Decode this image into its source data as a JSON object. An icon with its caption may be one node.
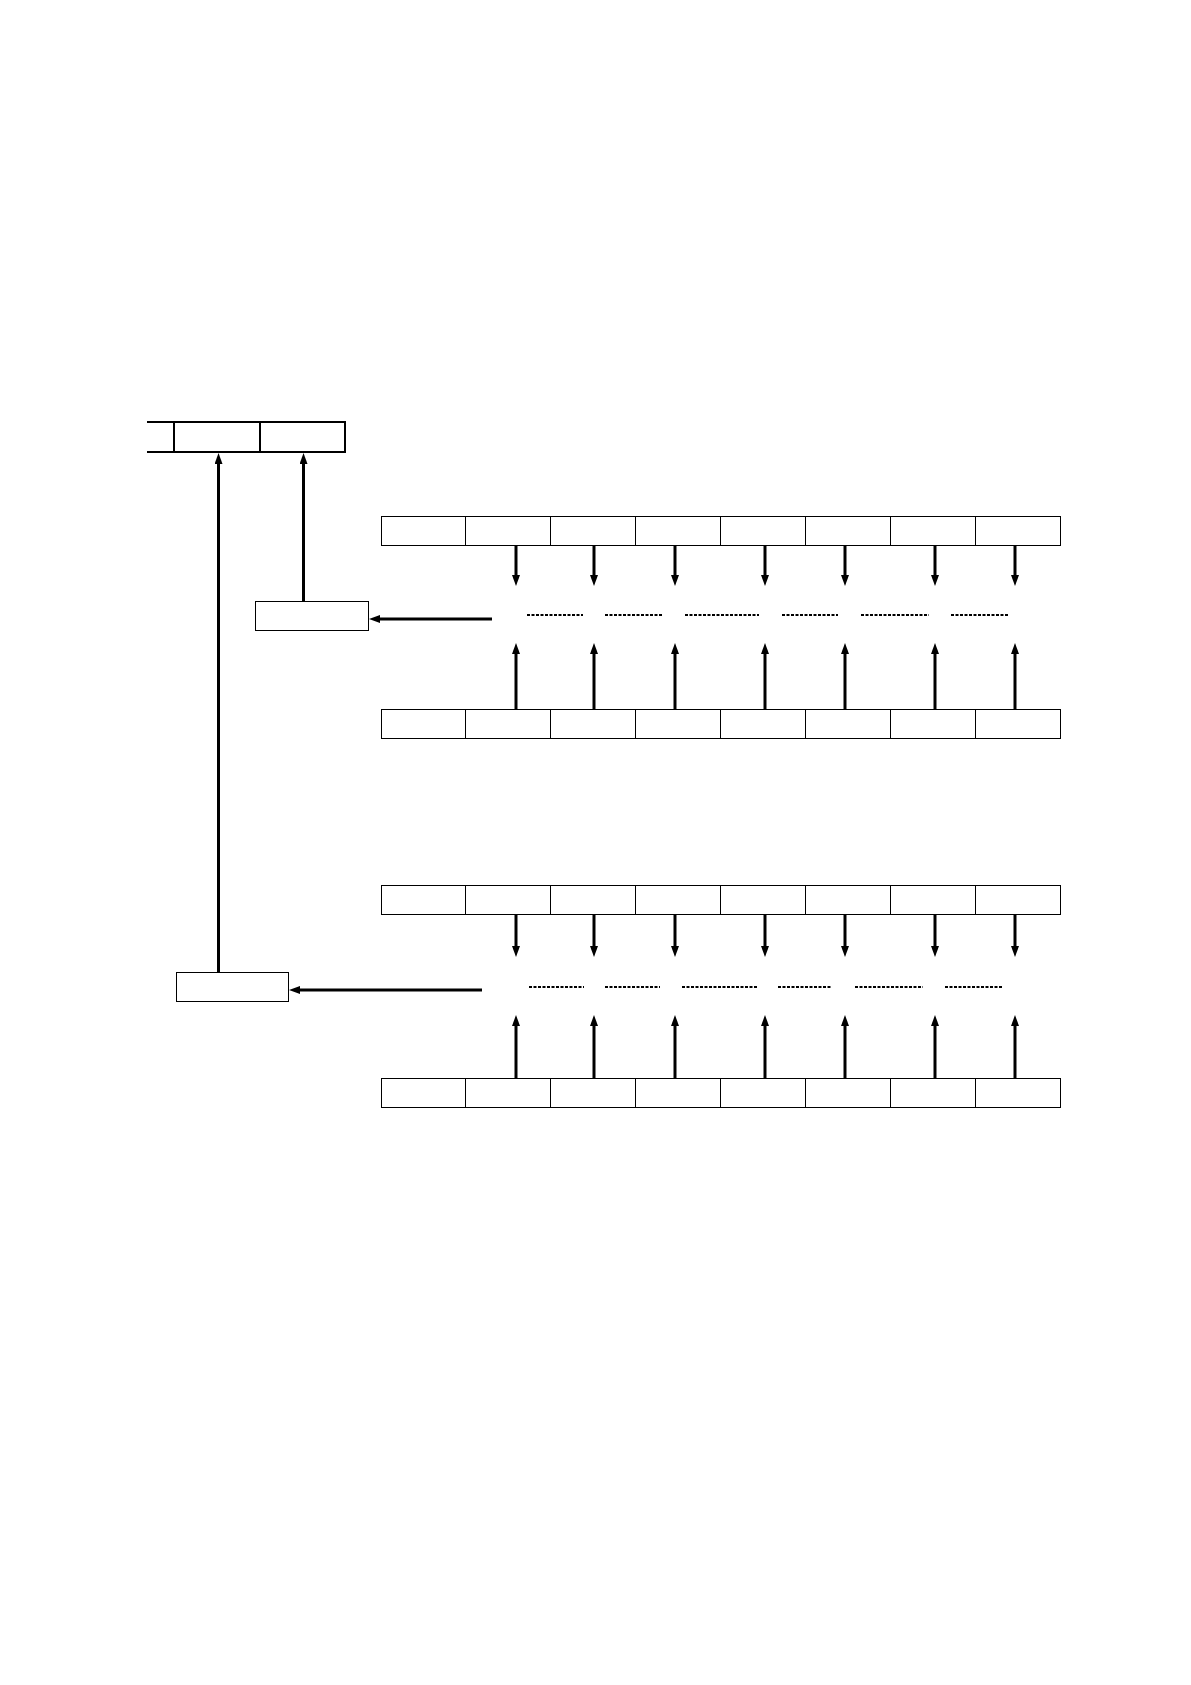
{
  "diagram": {
    "nodes": [
      {
        "text": [],
        "shape": "box"
      },
      {
        "text": [],
        "shape": "box"
      },
      {
        "text": [],
        "shape": "box"
      },
      {
        "text": [],
        "shape": "box"
      },
      {
        "text": [],
        "shape": "box"
      },
      {
        "text": [],
        "shape": "box"
      },
      {
        "text": [],
        "shape": "box"
      },
      {
        "text": [],
        "shape": "box"
      },
      {
        "text": [],
        "shape": "box"
      },
      {
        "text": [],
        "shape": "box"
      },
      {
        "text": [],
        "shape": "box"
      },
      {
        "text": [],
        "shape": "box"
      },
      {
        "text": [],
        "shape": "box"
      },
      {
        "text": [],
        "shape": "box"
      },
      {
        "text": [],
        "shape": "box"
      },
      {
        "text": [],
        "shape": "box"
      },
      {
        "text": [],
        "shape": "box"
      },
      {
        "text": [],
        "shape": "box"
      },
      {
        "text": [],
        "shape": "box"
      },
      {
        "text": [],
        "shape": "box"
      },
      {
        "text": [],
        "shape": "box"
      },
      {
        "text": [],
        "shape": "box"
      },
      {
        "text": [],
        "shape": "box"
      },
      {
        "text": [],
        "shape": "box"
      },
      {
        "text": [],
        "shape": "box"
      },
      {
        "text": [],
        "shape": "box"
      },
      {
        "text": [],
        "shape": "box"
      },
      {
        "text": [],
        "shape": "box"
      },
      {
        "text": [],
        "shape": "box"
      },
      {
        "text": [],
        "shape": "box"
      },
      {
        "text": [],
        "shape": "box"
      },
      {
        "text": [],
        "shape": "box"
      },
      {
        "text": [],
        "shape": "box"
      },
      {
        "text": [],
        "shape": "box"
      },
      {
        "text": [],
        "shape": "box"
      },
      {
        "text": [],
        "shape": "box"
      },
      {
        "text": [],
        "shape": "box"
      }
    ],
    "edges": [
      {
        "from": 11,
        "to": 2,
        "arrow": "to"
      },
      {
        "from": 28,
        "to": 1,
        "arrow": "to"
      },
      {
        "from": 4,
        "to": null,
        "arrow": "to"
      },
      {
        "from": 5,
        "to": null,
        "arrow": "to"
      },
      {
        "from": 6,
        "to": null,
        "arrow": "to"
      },
      {
        "from": 7,
        "to": null,
        "arrow": "to"
      },
      {
        "from": 8,
        "to": null,
        "arrow": "to"
      },
      {
        "from": 9,
        "to": null,
        "arrow": "to"
      },
      {
        "from": 10,
        "to": null,
        "arrow": "to"
      },
      {
        "from": null,
        "to": 11,
        "arrow": "to"
      },
      {
        "from": 13,
        "to": null,
        "arrow": "to"
      },
      {
        "from": 14,
        "to": null,
        "arrow": "to"
      },
      {
        "from": 15,
        "to": null,
        "arrow": "to"
      },
      {
        "from": 16,
        "to": null,
        "arrow": "to"
      },
      {
        "from": 17,
        "to": null,
        "arrow": "to"
      },
      {
        "from": 18,
        "to": null,
        "arrow": "to"
      },
      {
        "from": 19,
        "to": null,
        "arrow": "to"
      },
      {
        "from": 21,
        "to": null,
        "arrow": "to"
      },
      {
        "from": 22,
        "to": null,
        "arrow": "to"
      },
      {
        "from": 23,
        "to": null,
        "arrow": "to"
      },
      {
        "from": 24,
        "to": null,
        "arrow": "to"
      },
      {
        "from": 25,
        "to": null,
        "arrow": "to"
      },
      {
        "from": 26,
        "to": null,
        "arrow": "to"
      },
      {
        "from": 27,
        "to": null,
        "arrow": "to"
      },
      {
        "from": null,
        "to": 28,
        "arrow": "to"
      },
      {
        "from": 30,
        "to": null,
        "arrow": "to"
      },
      {
        "from": 31,
        "to": null,
        "arrow": "to"
      },
      {
        "from": 32,
        "to": null,
        "arrow": "to"
      },
      {
        "from": 33,
        "to": null,
        "arrow": "to"
      },
      {
        "from": 34,
        "to": null,
        "arrow": "to"
      },
      {
        "from": 35,
        "to": null,
        "arrow": "to"
      },
      {
        "from": 36,
        "to": null,
        "arrow": "to"
      }
    ]
  }
}
